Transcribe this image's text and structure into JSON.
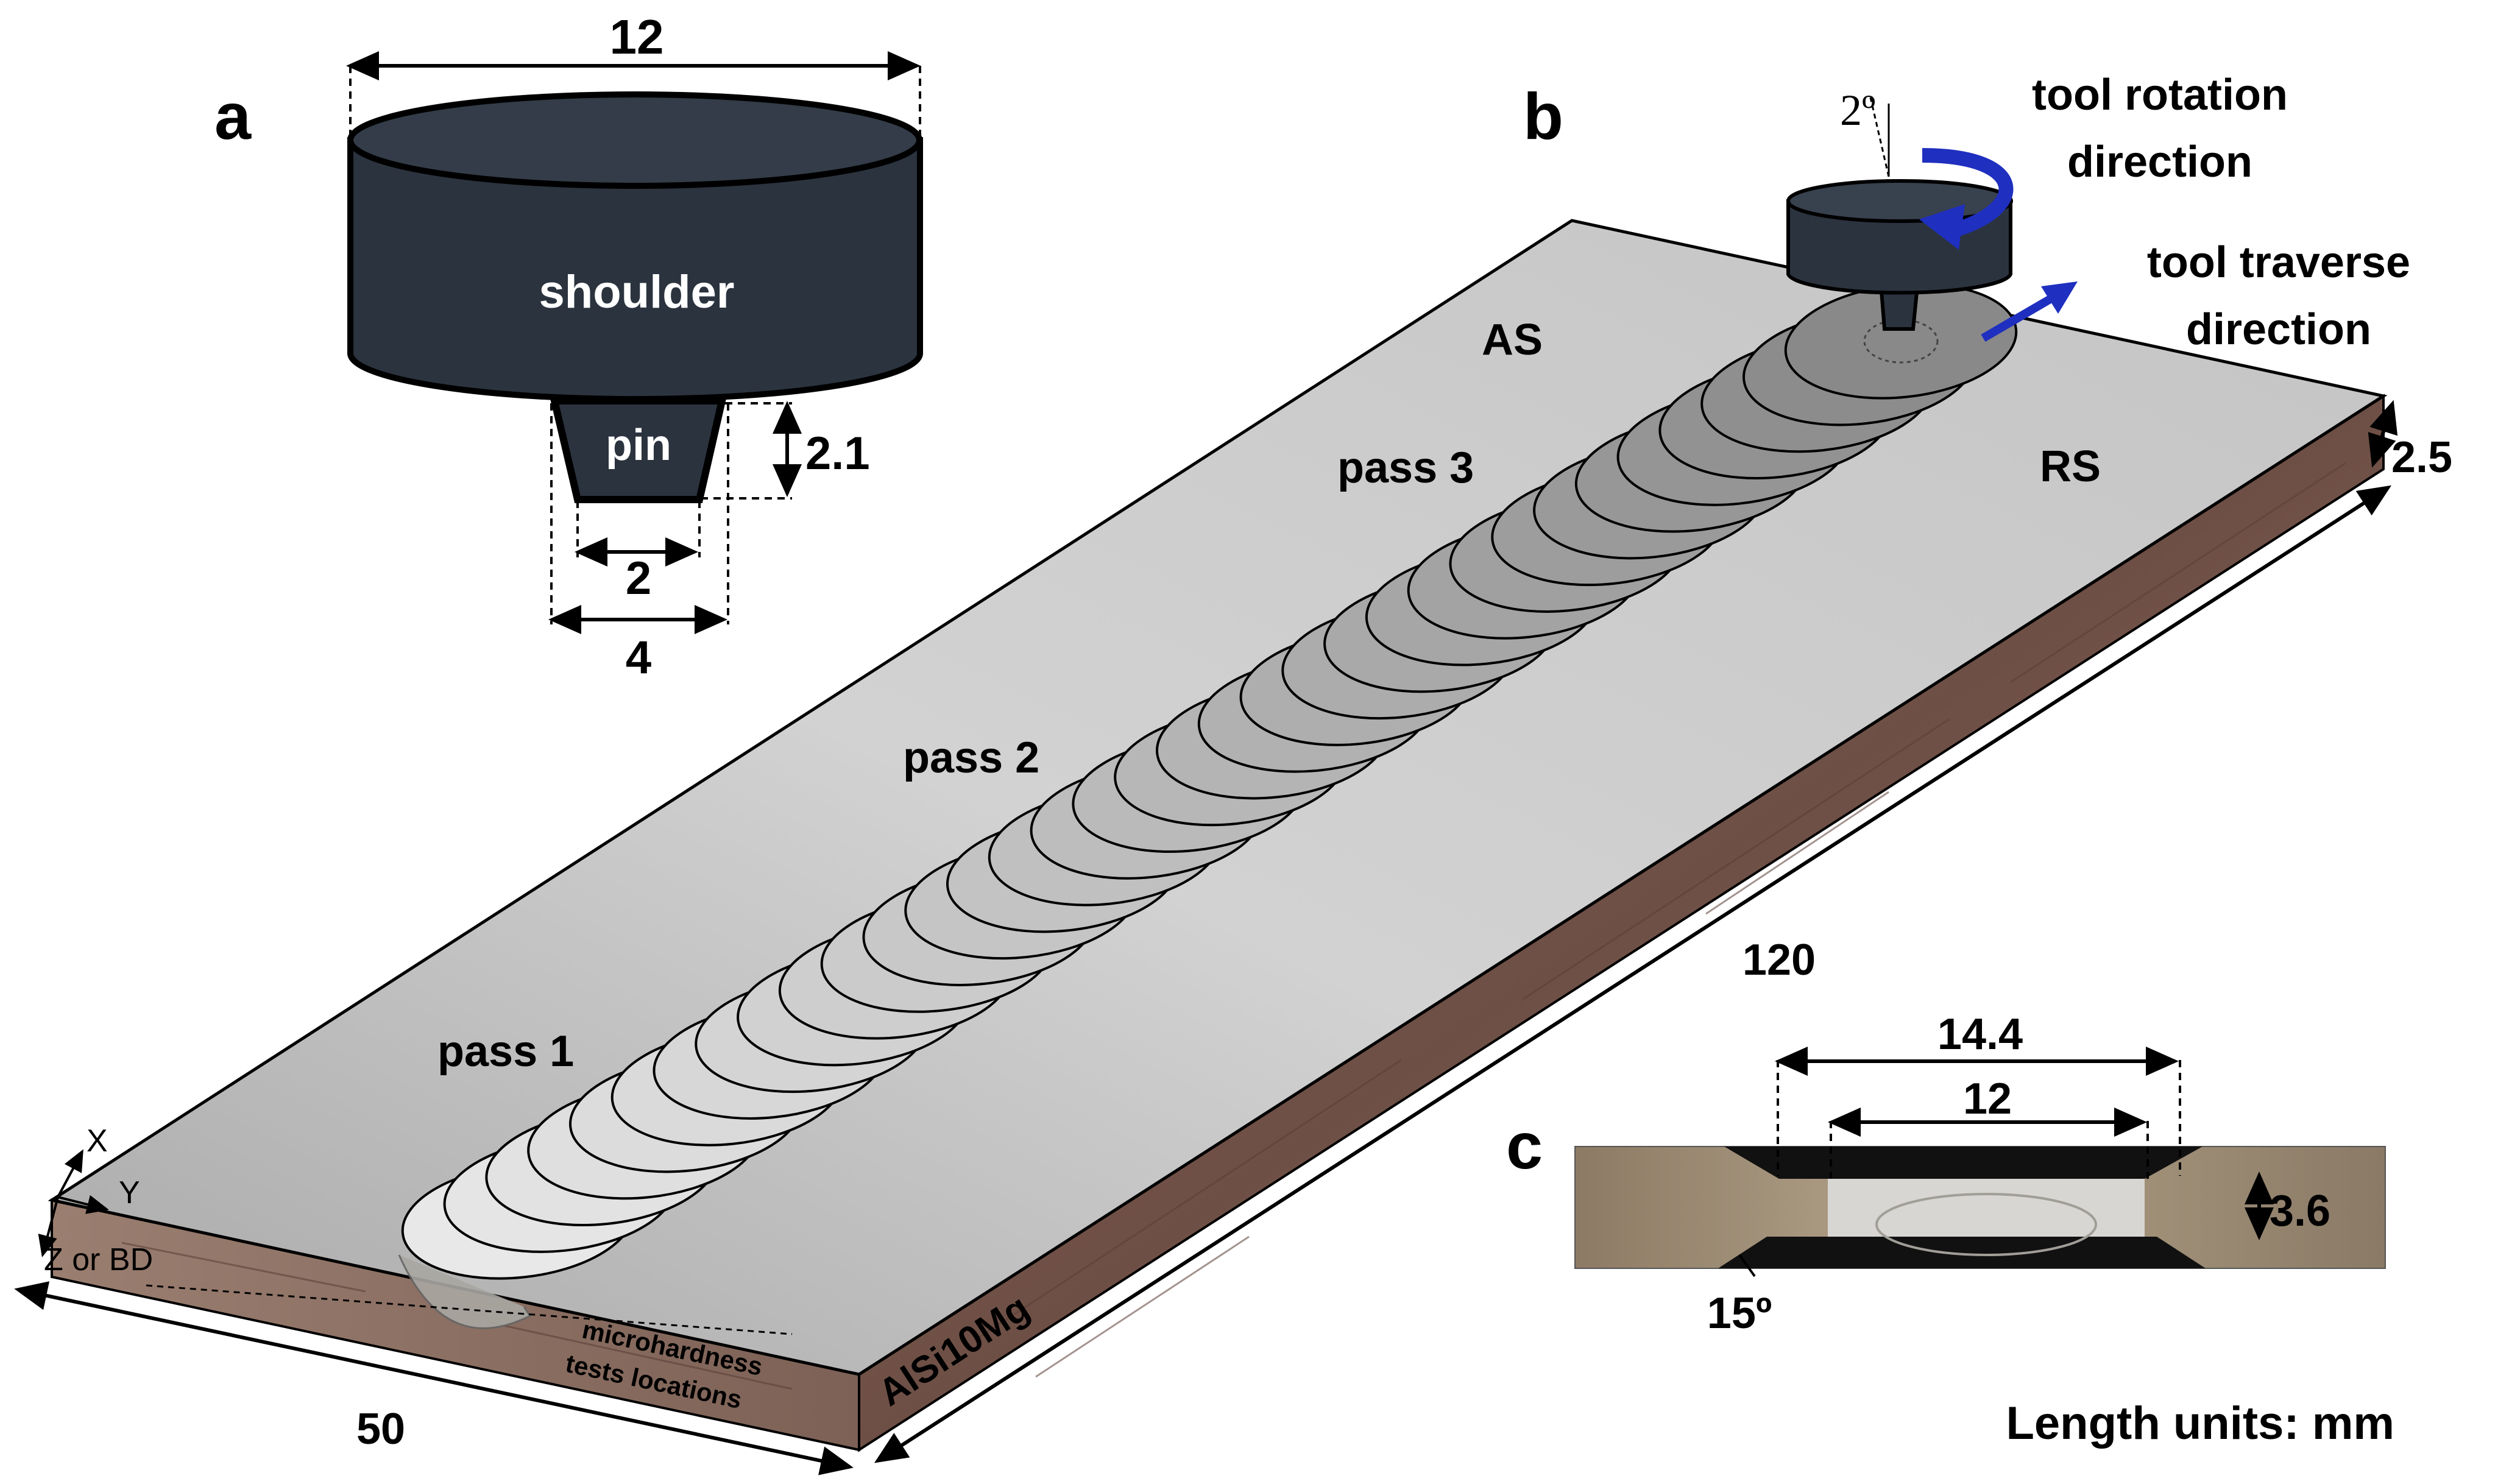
{
  "panels": {
    "a": "a",
    "b": "b",
    "c": "c"
  },
  "tool": {
    "shoulder_label": "shoulder",
    "pin_label": "pin",
    "shoulder_diameter": "12",
    "pin_height": "2.1",
    "pin_tip_diameter": "2",
    "pin_root_diameter": "4"
  },
  "plate": {
    "tilt_angle": "2º",
    "rotation_label_1": "tool rotation",
    "rotation_label_2": "direction",
    "traverse_label_1": "tool traverse",
    "traverse_label_2": "direction",
    "advancing_side": "AS",
    "retreating_side": "RS",
    "thickness": "2.5",
    "length": "120",
    "width": "50",
    "passes": [
      "pass 1",
      "pass 2",
      "pass 3"
    ],
    "material": "AlSi10Mg",
    "microhardness_1": "microhardness",
    "microhardness_2": "tests locations",
    "axis_x": "X",
    "axis_y": "Y",
    "axis_z": "Z or BD"
  },
  "section": {
    "top_width": "14.4",
    "bottom_width": "12",
    "depth": "3.6",
    "angle": "15º"
  },
  "units_note": "Length units: mm",
  "colors": {
    "tool": "#2b333f",
    "plate_top": "#b9b9b9",
    "plate_edge": "#7a5a4e",
    "arrow_blue": "#1f2fbf"
  }
}
